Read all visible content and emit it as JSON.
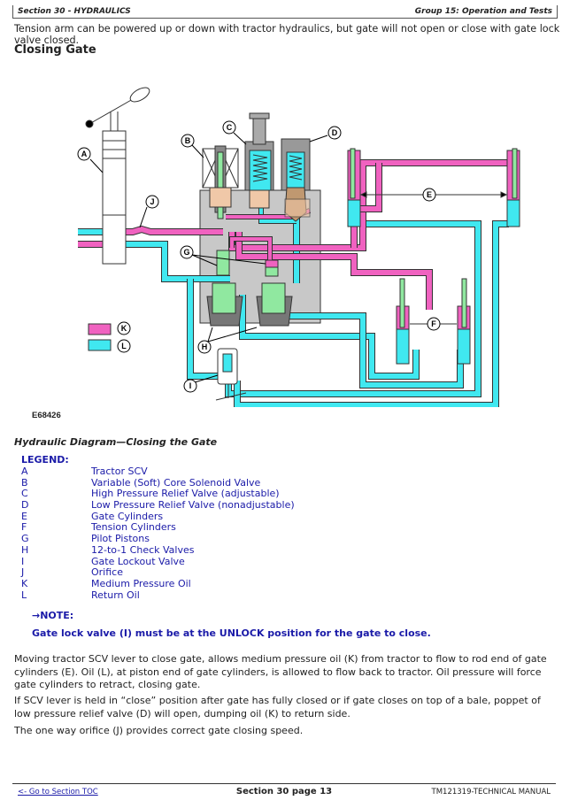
{
  "header": {
    "section": "Section 30 - HYDRAULICS",
    "group": "Group 15: Operation and Tests"
  },
  "intro_text": "Tension arm can be powered up or down with tractor hydraulics, but gate will not open or close with gate lock valve closed.",
  "heading": "Closing Gate",
  "figure": {
    "id": "E68426",
    "caption": "Hydraulic Diagram—Closing the Gate",
    "callouts": [
      "A",
      "B",
      "C",
      "D",
      "E",
      "F",
      "G",
      "H",
      "I",
      "J",
      "K",
      "L"
    ],
    "colors": {
      "medium_pressure_oil": "#f062c0",
      "return_oil": "#40e8f0",
      "pilot_piston": "#90e8a0",
      "valve_body": "#c8c8c8",
      "bronze": "#f0c8a8"
    }
  },
  "legend": {
    "title": "LEGEND:",
    "items": [
      {
        "key": "A",
        "label": "Tractor SCV"
      },
      {
        "key": "B",
        "label": "Variable (Soft) Core Solenoid Valve"
      },
      {
        "key": "C",
        "label": "High Pressure Relief Valve (adjustable)"
      },
      {
        "key": "D",
        "label": "Low Pressure Relief Valve (nonadjustable)"
      },
      {
        "key": "E",
        "label": "Gate Cylinders"
      },
      {
        "key": "F",
        "label": "Tension Cylinders"
      },
      {
        "key": "G",
        "label": "Pilot Pistons"
      },
      {
        "key": "H",
        "label": "12-to-1 Check Valves"
      },
      {
        "key": "I",
        "label": "Gate Lockout Valve"
      },
      {
        "key": "J",
        "label": "Orifice"
      },
      {
        "key": "K",
        "label": "Medium Pressure Oil"
      },
      {
        "key": "L",
        "label": "Return Oil"
      }
    ]
  },
  "note": {
    "label": "→NOTE:",
    "text": "Gate lock valve (I) must be at the UNLOCK position for the gate to close."
  },
  "paragraphs": [
    "Moving tractor SCV lever to close gate, allows medium pressure oil (K) from tractor to flow to rod end of gate cylinders (E). Oil (L), at piston end of gate cylinders, is allowed to flow back to tractor. Oil pressure will force gate cylinders to retract, closing gate.",
    "If SCV lever is held in “close” position after gate has fully closed or if gate closes on top of a bale, poppet of low pressure relief valve (D) will open, dumping oil (K) to return side.",
    "The one way orifice (J) provides correct gate closing speed."
  ],
  "footer": {
    "toc_link": "<- Go to Section TOC",
    "page": "Section 30 page 13",
    "manual": "TM121319-TECHNICAL MANUAL"
  }
}
